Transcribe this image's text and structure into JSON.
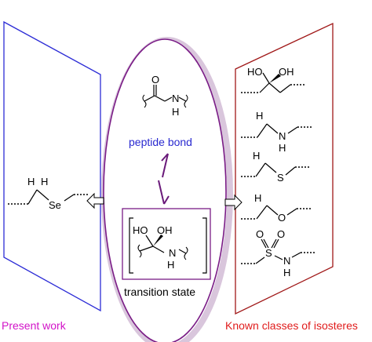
{
  "colors": {
    "left_panel": "#2c2cd6",
    "right_panel": "#a01818",
    "ellipse": "#7a1c86",
    "ellipse_glow": "#d9c6dc",
    "peptide_label": "#2a2ad0",
    "arrow": "#6a1a7a",
    "present_work": "#d214c8",
    "known_classes": "#e01c1c",
    "bond": "#000000"
  },
  "labels": {
    "present_work": "Present work",
    "known_classes": "Known classes of isosteres",
    "peptide_bond": "peptide bond",
    "transition_state": "transition state"
  },
  "atoms": {
    "peptide_O": "O",
    "peptide_N": "N",
    "peptide_H": "H",
    "ts_OH_left": "HO",
    "ts_OH_right": "OH",
    "ts_N": "N",
    "ts_H": "H",
    "se_H1": "H",
    "se_H2": "H",
    "se_atom": "Se",
    "iso1_HO": "HO",
    "iso1_OH": "OH",
    "iso2_H": "H",
    "iso2_N": "N",
    "iso2_NH": "H",
    "iso3_H": "H",
    "iso3_S": "S",
    "iso4_H": "H",
    "iso4_O": "O",
    "iso5_O1": "O",
    "iso5_O2": "O",
    "iso5_S": "S",
    "iso5_N": "N",
    "iso5_H": "H"
  }
}
